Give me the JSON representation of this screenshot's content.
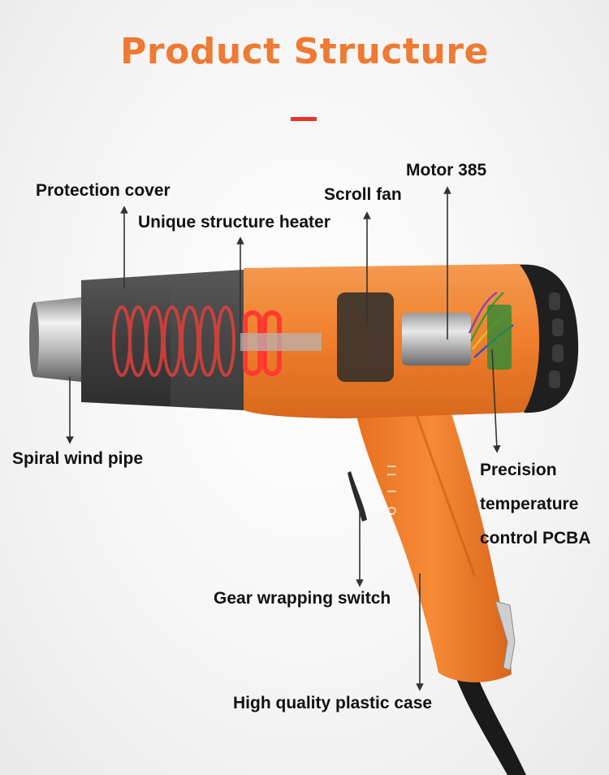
{
  "title": "Product Structure",
  "labels": {
    "protection_cover": "Protection cover",
    "unique_heater": "Unique structure heater",
    "scroll_fan": "Scroll fan",
    "motor": "Motor 385",
    "spiral_pipe": "Spiral wind pipe",
    "pcba_line1": "Precision",
    "pcba_line2": "temperature",
    "pcba_line3": "control PCBA",
    "gear_switch": "Gear wrapping switch",
    "plastic_case": "High quality plastic case"
  },
  "switch_marks": "II I O",
  "colors": {
    "title": "#ee7a33",
    "accent_bar": "#e8332a",
    "body_orange": "#f07f2d",
    "heater_red": "#e0403a",
    "dark_grey": "#3a3a3a"
  }
}
